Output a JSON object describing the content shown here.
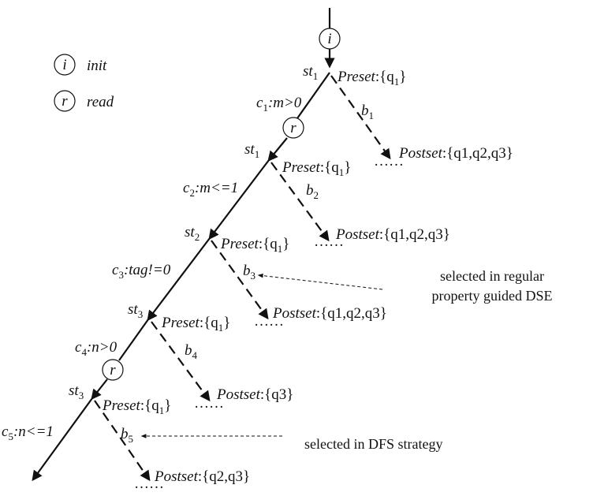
{
  "legend": {
    "init_symbol": "i",
    "init_label": "init",
    "read_symbol": "r",
    "read_label": "read"
  },
  "nodes": {
    "init_circle": "i",
    "read_circle": "r"
  },
  "states": [
    {
      "name": "st",
      "sub": "1",
      "preset": "Preset",
      "preset_set": ":{q",
      "preset_sub": "1",
      "preset_close": "}"
    },
    {
      "name": "st",
      "sub": "1",
      "preset": "Preset",
      "preset_set": ":{q",
      "preset_sub": "1",
      "preset_close": "}"
    },
    {
      "name": "st",
      "sub": "2",
      "preset": "Preset",
      "preset_set": ":{q",
      "preset_sub": "1",
      "preset_close": "}"
    },
    {
      "name": "st",
      "sub": "3",
      "preset": "Preset",
      "preset_set": ":{q",
      "preset_sub": "1",
      "preset_close": "}"
    },
    {
      "name": "st",
      "sub": "3",
      "preset": "Preset",
      "preset_set": ":{q",
      "preset_sub": "1",
      "preset_close": "}"
    }
  ],
  "conditions": [
    {
      "c": "c",
      "sub": "1",
      "expr": ":m>0"
    },
    {
      "c": "c",
      "sub": "2",
      "expr": ":m<=1"
    },
    {
      "c": "c",
      "sub": "3",
      "expr": ":tag!=0"
    },
    {
      "c": "c",
      "sub": "4",
      "expr": ":n>0"
    },
    {
      "c": "c",
      "sub": "5",
      "expr": ":n<=1"
    }
  ],
  "branches": [
    {
      "b": "b",
      "sub": "1"
    },
    {
      "b": "b",
      "sub": "2"
    },
    {
      "b": "b",
      "sub": "3"
    },
    {
      "b": "b",
      "sub": "4"
    },
    {
      "b": "b",
      "sub": "5"
    }
  ],
  "postsets": [
    {
      "label": "Postset",
      "set": ":{q1,q2,q3}"
    },
    {
      "label": "Postset",
      "set": ":{q1,q2,q3}"
    },
    {
      "label": "Postset",
      "set": ":{q1,q2,q3}"
    },
    {
      "label": "Postset",
      "set": ":{q3}"
    },
    {
      "label": "Postset",
      "set": ":{q2,q3}"
    }
  ],
  "ellipsis": "……",
  "annotations": {
    "regular_line1": "selected in regular",
    "regular_line2": "property guided DSE",
    "dfs": "selected in DFS strategy"
  }
}
